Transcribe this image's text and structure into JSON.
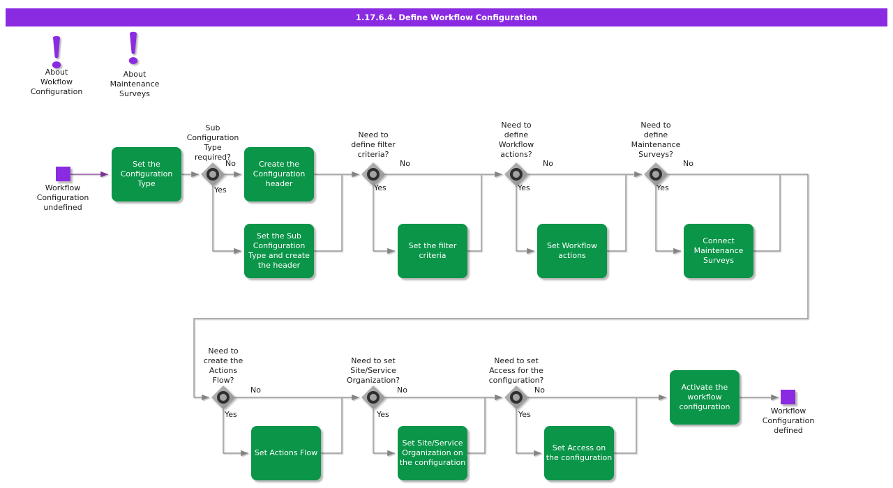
{
  "title": "1.17.6.4. Define Workflow Configuration",
  "colors": {
    "accent_purple": "#8A2BE2",
    "task_green": "#0A9548",
    "connector_gray": "#848484",
    "start_arrow_purple": "#7B3294",
    "decision_gray": "#9D9D9D"
  },
  "about": [
    {
      "label": "About\nWokflow\nConfiguration"
    },
    {
      "label": "About\nMaintenance\nSurveys"
    }
  ],
  "start": {
    "label": "Workflow\nConfiguration\nundefined"
  },
  "end": {
    "label": "Workflow\nConfiguration\ndefined"
  },
  "tasks": [
    {
      "label": "Set the\nConfiguration\nType"
    },
    {
      "label": "Create the\nConfiguration\nheader"
    },
    {
      "label": "Set the Sub\nConfiguration\nType and create\nthe header"
    },
    {
      "label": "Set the filter\ncriteria"
    },
    {
      "label": "Set Workflow\nactions"
    },
    {
      "label": "Connect\nMaintenance\nSurveys"
    },
    {
      "label": "Set Actions Flow"
    },
    {
      "label": "Set Site/Service\nOrganization on\nthe configuration"
    },
    {
      "label": "Set Access on\nthe configuration"
    },
    {
      "label": "Activate the\nworkflow\nconfiguration"
    }
  ],
  "decisions": [
    {
      "question": "Sub\nConfiguration\nType\nrequired?",
      "no": "No",
      "yes": "Yes"
    },
    {
      "question": "Need to\ndefine filter\ncriteria?",
      "no": "No",
      "yes": "Yes"
    },
    {
      "question": "Need to\ndefine\nWorkflow\nactions?",
      "no": "No",
      "yes": "Yes"
    },
    {
      "question": "Need to\ndefine\nMaintenance\nSurveys?",
      "no": "No",
      "yes": "Yes"
    },
    {
      "question": "Need to\ncreate the\nActions\nFlow?",
      "no": "No",
      "yes": "Yes"
    },
    {
      "question": "Need to set\nSite/Service\nOrganization?",
      "no": "No",
      "yes": "Yes"
    },
    {
      "question": "Need to set\nAccess for the\nconfiguration?",
      "no": "No",
      "yes": "Yes"
    }
  ]
}
